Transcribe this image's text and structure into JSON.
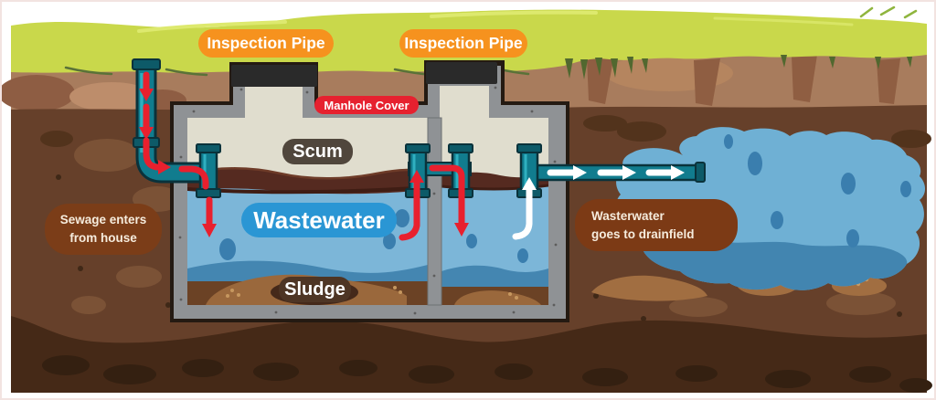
{
  "scene": {
    "title": "Septic tank system diagram",
    "badges": {
      "inspection_pipe_1": {
        "label": "Inspection Pipe",
        "bg": "#f6921e"
      },
      "inspection_pipe_2": {
        "label": "Inspection Pipe",
        "bg": "#f6921e"
      },
      "manhole_cover": {
        "label": "Manhole Cover",
        "bg": "#e6212f"
      },
      "scum": {
        "label": "Scum",
        "bg": "#50463c"
      },
      "wastewater": {
        "label": "Wastewater",
        "bg": "#2a96d4"
      },
      "sludge": {
        "label": "Sludge",
        "bg": "#4e3524"
      },
      "sewage_inlet": {
        "line1": "Sewage enters",
        "line2": "from house",
        "bg": "#7b3d18"
      },
      "drainfield_outlet": {
        "line1": "Wasterwater",
        "line2": "goes to drainfield",
        "bg": "#7c3a15"
      }
    },
    "colors": {
      "grass": "#c9d84b",
      "soil_top": "#a87c5d",
      "soil_mid": "#66402a",
      "soil_dark": "#452917",
      "tank_gray": "#8f9295",
      "tank_outline": "#241a12",
      "tank_interior": "#e0ddce",
      "water": "#7cb6d8",
      "water_dark": "#4486b1",
      "scum_layer": "#552a20",
      "sludge_layer": "#6b4225",
      "pipe": "#117c8e",
      "arrow_red": "#e8202e",
      "arrow_white": "#ffffff",
      "drainfield_water": "#6fb0d4"
    }
  }
}
